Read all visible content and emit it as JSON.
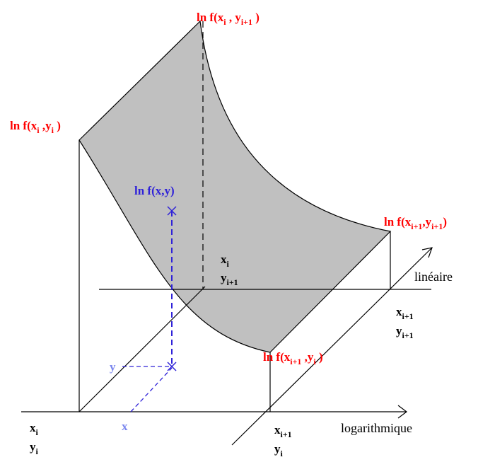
{
  "colors": {
    "surface": "#c0c0c0",
    "red_labels": "#ff0000",
    "blue_point": "#2f22d8",
    "light_blue": "#7a86ee",
    "lines": "#000000"
  },
  "labels": {
    "top_corner": {
      "prefix": "ln f(x",
      "sub1": "i",
      "mid": " , y",
      "sub2": "i+1",
      "suffix": " )"
    },
    "left_corner": {
      "prefix": "ln f(x",
      "sub1": "i",
      "mid": " ,y",
      "sub2": "i",
      "suffix": "  )"
    },
    "right_corner": {
      "prefix": "ln f(x",
      "sub1": "i+1",
      "mid": ",y",
      "sub2": "i+1",
      "suffix": ")"
    },
    "bottom_corner": {
      "prefix": "ln f(x",
      "sub1": "i+1",
      "mid": " ,y",
      "sub2": "i",
      "suffix": " )"
    },
    "interp_point": "ln f(x,y)",
    "back_grid": {
      "x": "x",
      "x_sub": "i",
      "y": "y",
      "y_sub": "i+1"
    },
    "right_grid": {
      "x": "x",
      "x_sub": "i+1",
      "y": "y",
      "y_sub": "i+1"
    },
    "front_left": {
      "x": "x",
      "x_sub": "i",
      "y": "y",
      "y_sub": "i"
    },
    "front_right": {
      "x": "x",
      "x_sub": "i+1",
      "y": "y",
      "y_sub": "i"
    },
    "axis_linear": "linéaire",
    "axis_log": "logarithmique",
    "proj_x": "x",
    "proj_y": "y"
  }
}
